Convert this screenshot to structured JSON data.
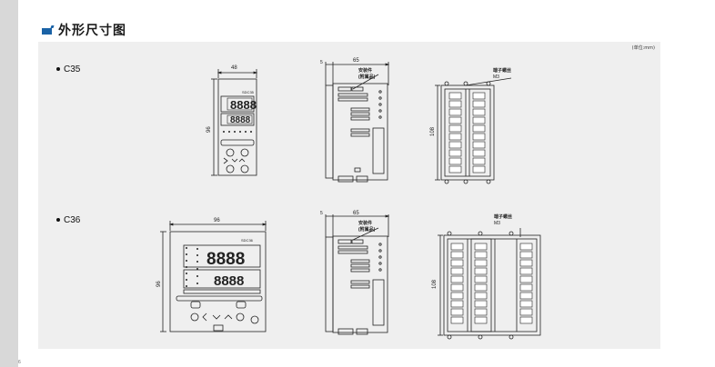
{
  "page": {
    "number": "6"
  },
  "section": {
    "title": "外形尺寸图",
    "unit_note": "(单位:mm)"
  },
  "models": [
    {
      "label": "C35",
      "front": {
        "width": "48",
        "height": "96",
        "model_text": "SDC35"
      },
      "side": {
        "depth_a": "5",
        "depth_b": "65",
        "bracket_label_1": "安装件",
        "bracket_label_2": "(附属品)"
      },
      "rear": {
        "height": "108",
        "terminal_label_1": "端子螺丝",
        "terminal_label_2": "M3"
      }
    },
    {
      "label": "C36",
      "front": {
        "width": "96",
        "height": "96",
        "model_text": "SDC36"
      },
      "side": {
        "depth_a": "5",
        "depth_b": "65",
        "bracket_label_1": "安装件",
        "bracket_label_2": "(附属品)"
      },
      "rear": {
        "height": "108",
        "terminal_label_1": "端子螺丝",
        "terminal_label_2": "M3"
      }
    }
  ],
  "colors": {
    "accent": "#1a62a6",
    "panel_bg": "#efefef",
    "sidebar": "#d8d8d8",
    "line": "#222222"
  }
}
